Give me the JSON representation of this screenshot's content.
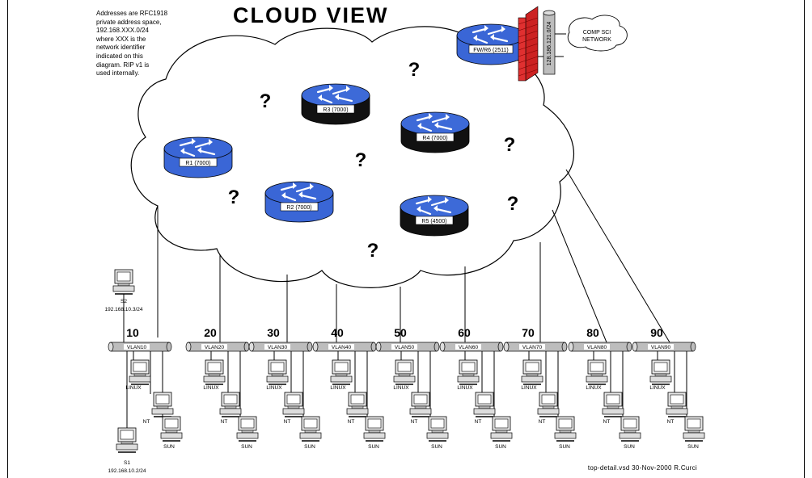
{
  "title": "CLOUD VIEW",
  "note": "Addresses are RFC1918\nprivate address space,\n192.168.XXX.0/24\nwhere XXX is the\nnetwork identifier\nindicated on this\ndiagram.  RIP v1 is\nused internally.",
  "footer": "top-detail.vsd  30-Nov-2000  R.Curci",
  "question_mark": "?",
  "colors": {
    "router_blue": "#3a66d6",
    "router_dark": "#111111",
    "firewall_red": "#cc2222",
    "bus_gray": "#bdbdbd"
  },
  "routers": [
    {
      "id": "r1",
      "label": "R1 (7000)",
      "style": "blue"
    },
    {
      "id": "r2",
      "label": "R2 (7000)",
      "style": "blue"
    },
    {
      "id": "r3",
      "label": "R3 (7000)",
      "style": "dark"
    },
    {
      "id": "r4",
      "label": "R4 (7000)",
      "style": "dark"
    },
    {
      "id": "r5",
      "label": "R5 (4500)",
      "style": "dark"
    },
    {
      "id": "fw",
      "label": "FW/R6 (2511)",
      "style": "blue"
    }
  ],
  "external": {
    "subnet": "128.186.121.0/24",
    "cloud_label": "COMP SCI\nNETWORK"
  },
  "servers": [
    {
      "name": "S2",
      "ip": "192.168.10.3/24"
    },
    {
      "name": "S1",
      "ip": "192.168.10.2/24"
    }
  ],
  "vlans": [
    {
      "number": "10",
      "label": "VLAN10"
    },
    {
      "number": "20",
      "label": "VLAN20"
    },
    {
      "number": "30",
      "label": "VLAN30"
    },
    {
      "number": "40",
      "label": "VLAN40"
    },
    {
      "number": "50",
      "label": "VLAN50"
    },
    {
      "number": "60",
      "label": "VLAN60"
    },
    {
      "number": "70",
      "label": "VLAN70"
    },
    {
      "number": "80",
      "label": "VLAN80"
    },
    {
      "number": "90",
      "label": "VLAN90"
    }
  ],
  "host_labels": {
    "linux": "LINUX",
    "nt": "NT",
    "sun": "SUN"
  }
}
